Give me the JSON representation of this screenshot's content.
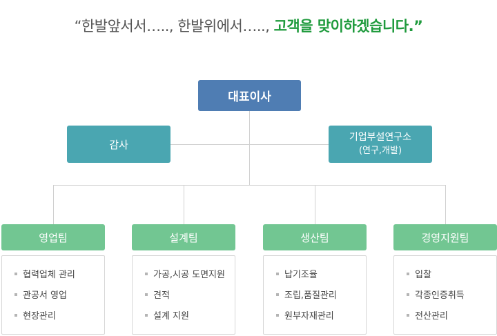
{
  "slogan": {
    "part1": "“한발앞서서…..,  한발위에서…..,  ",
    "highlight": "고객을 맞이하겠습니다.",
    "quote_close": "”"
  },
  "ceo": {
    "label": "대표이사"
  },
  "audit": {
    "label": "감사"
  },
  "lab": {
    "label": "기업부설연구소",
    "sub": "(연구,개발)"
  },
  "teams": [
    {
      "label": "영업팀",
      "duties": [
        "협력업체 관리",
        "관공서 영업",
        "현장관리"
      ]
    },
    {
      "label": "설계팀",
      "duties": [
        "가공,시공 도면지원",
        "견적",
        "설계 지원"
      ]
    },
    {
      "label": "생산팀",
      "duties": [
        "납기조율",
        "조립,품질관리",
        "원부자재관리"
      ]
    },
    {
      "label": "경영지원팀",
      "duties": [
        "입찰",
        "각종인증취득",
        "전산관리"
      ]
    }
  ],
  "colors": {
    "ceo": "#4f7db3",
    "staff": "#4aa6b1",
    "team": "#72c692",
    "highlight": "#1e9a3c",
    "connector": "#d0d0d0"
  }
}
